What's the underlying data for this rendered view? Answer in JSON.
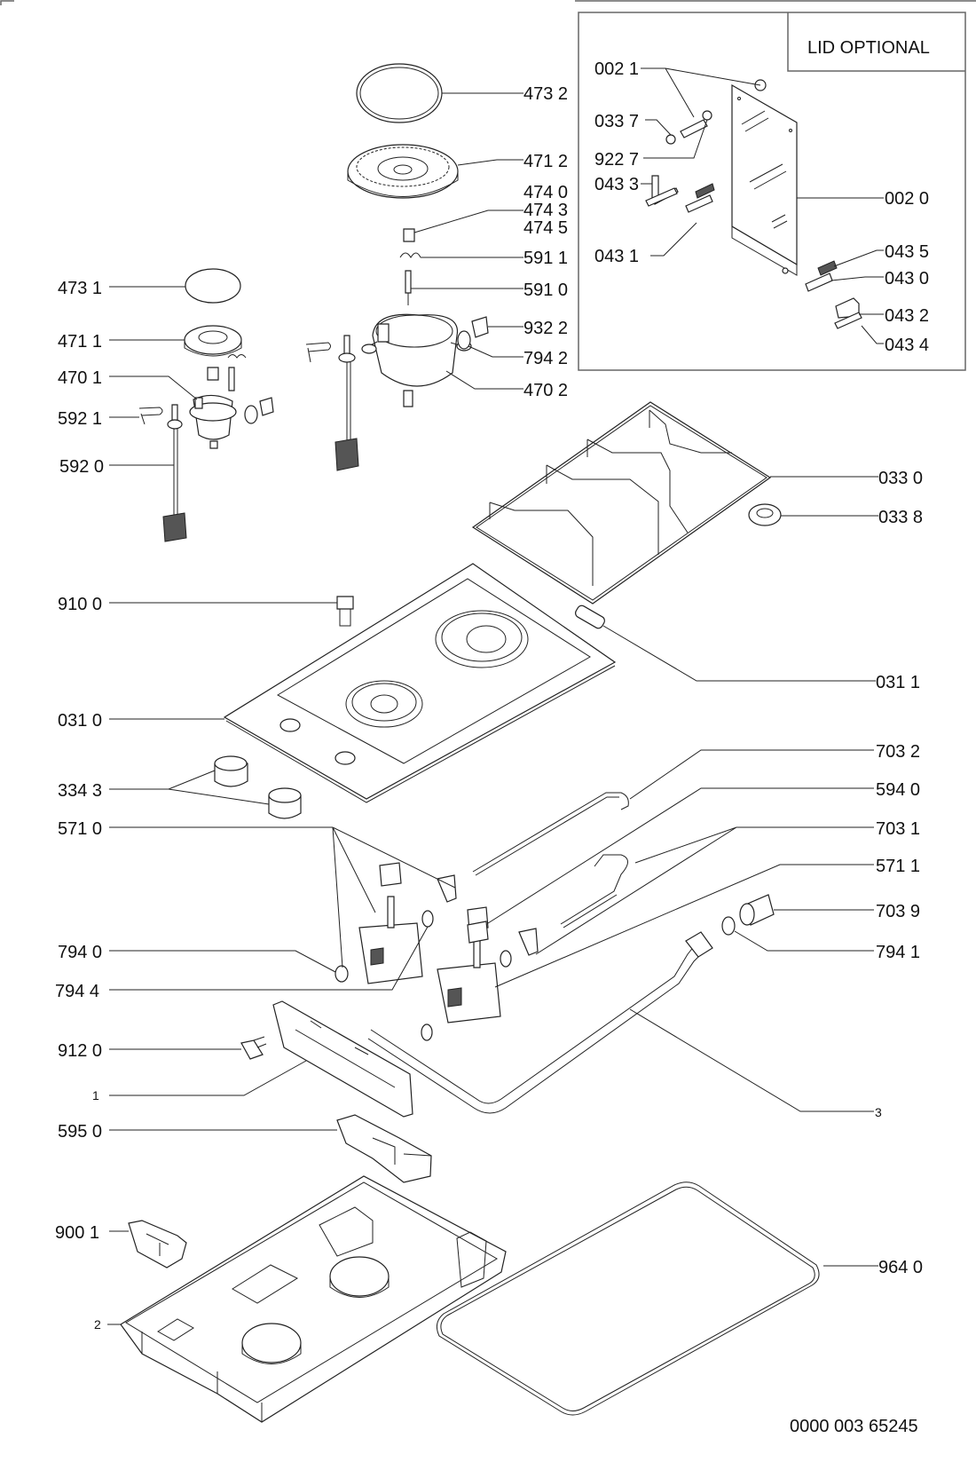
{
  "diagram": {
    "type": "exploded-parts-diagram",
    "subject": "Two-burner gas domino hob",
    "lid_box_title": "LID OPTIONAL",
    "document_code": "0000 003 65245",
    "labels": {
      "p4732": "473 2",
      "p4712": "471 2",
      "p4740": "474 0",
      "p4743": "474 3",
      "p4745": "474 5",
      "p5911": "591 1",
      "p5910": "591 0",
      "p9322": "932 2",
      "p7942": "794 2",
      "p4702": "470 2",
      "p4731": "473 1",
      "p4711": "471 1",
      "p4701": "470 1",
      "p5921": "592 1",
      "p5920": "592 0",
      "p0021": "002 1",
      "p0337": "033 7",
      "p9227": "922 7",
      "p0433": "043 3",
      "p0431": "043 1",
      "p0020": "002 0",
      "p0435": "043 5",
      "p0430": "043 0",
      "p0432": "043 2",
      "p0434": "043 4",
      "p0330": "033 0",
      "p0338": "033 8",
      "p9100": "910 0",
      "p0311": "031 1",
      "p0310": "031 0",
      "p7032": "703 2",
      "p3343": "334 3",
      "p5940": "594 0",
      "p5710": "571 0",
      "p7031": "703 1",
      "p5711": "571 1",
      "p7039": "703 9",
      "p7940": "794 0",
      "p7941": "794 1",
      "p7944": "794 4",
      "p9120": "912 0",
      "p1": "1",
      "p3": "3",
      "p5950": "595 0",
      "p9001": "900 1",
      "p9640": "964 0",
      "p2": "2"
    }
  }
}
